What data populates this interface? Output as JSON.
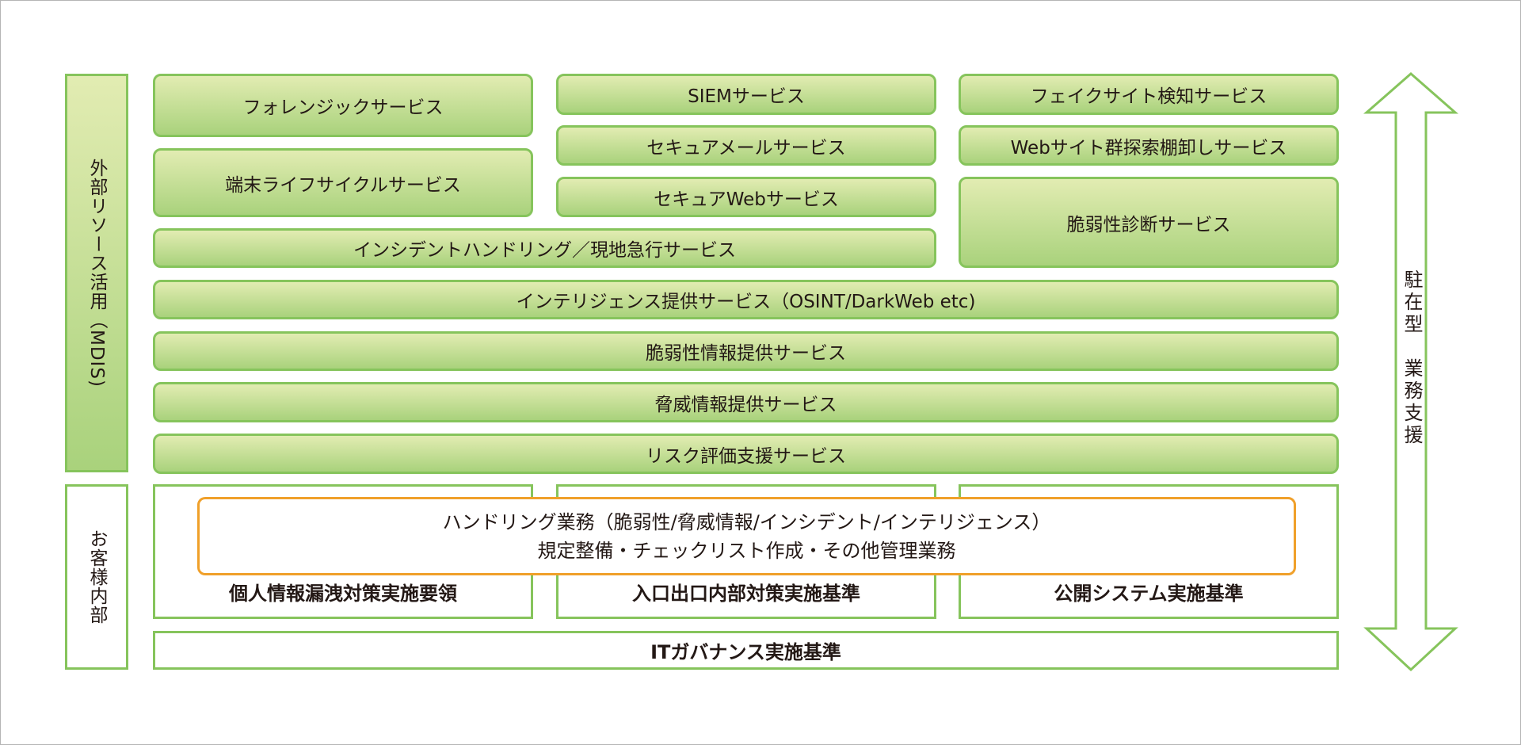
{
  "side": {
    "external": "外部リソース活用（MDIS)",
    "internal": "お客様内部"
  },
  "services": {
    "forensic": "フォレンジックサービス",
    "siem": "SIEMサービス",
    "fake_site": "フェイクサイト検知サービス",
    "secure_mail": "セキュアメールサービス",
    "web_inventory": "Webサイト群探索棚卸しサービス",
    "terminal": "端末ライフサイクルサービス",
    "secure_web": "セキュアWebサービス",
    "vuln_diag": "脆弱性診断サービス",
    "incident": "インシデントハンドリング／現地急行サービス",
    "intel": "インテリジェンス提供サービス（OSINT/DarkWeb etc)",
    "vuln_info": "脆弱性情報提供サービス",
    "threat_info": "脅威情報提供サービス",
    "risk": "リスク評価支援サービス"
  },
  "internal": {
    "col1": "個人情報漏洩対策実施要領",
    "col2": "入口出口内部対策実施基準",
    "col3": "公開システム実施基準",
    "it_gov": "ITガバナンス実施基準",
    "handling_line1": "ハンドリング業務（脆弱性/脅威情報/インシデント/インテリジェンス）",
    "handling_line2": "規定整備・チェックリスト作成・その他管理業務"
  },
  "arrow_label": "駐在型　業務支援"
}
